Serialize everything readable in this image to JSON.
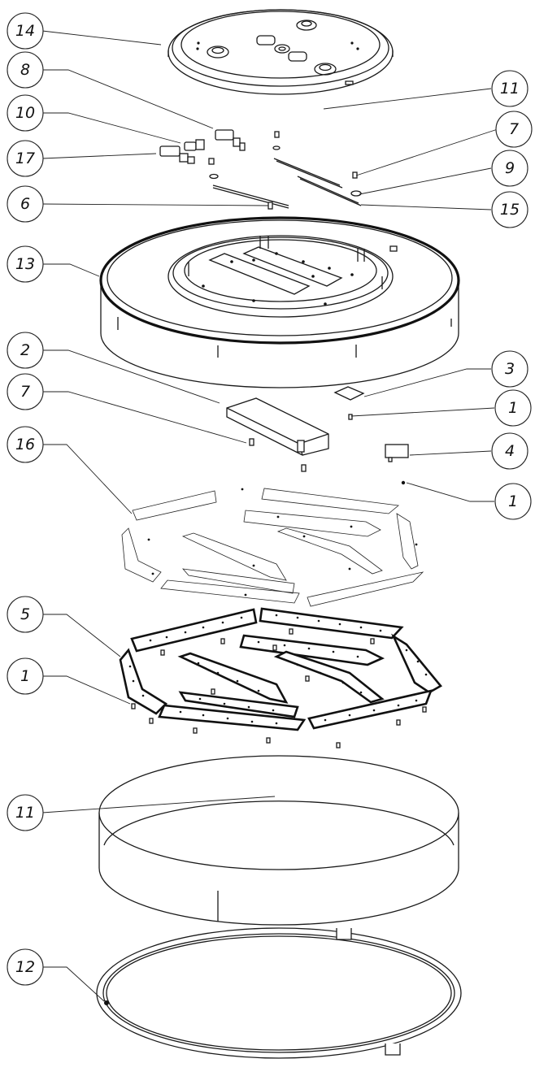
{
  "callouts": [
    {
      "id": "c14",
      "label": "14"
    },
    {
      "id": "c8",
      "label": "8"
    },
    {
      "id": "c10",
      "label": "10"
    },
    {
      "id": "c17",
      "label": "17"
    },
    {
      "id": "c6",
      "label": "6"
    },
    {
      "id": "c13",
      "label": "13"
    },
    {
      "id": "c2",
      "label": "2"
    },
    {
      "id": "c7a",
      "label": "7"
    },
    {
      "id": "c16",
      "label": "16"
    },
    {
      "id": "c5",
      "label": "5"
    },
    {
      "id": "c1a",
      "label": "1"
    },
    {
      "id": "c11b",
      "label": "11"
    },
    {
      "id": "c12",
      "label": "12"
    },
    {
      "id": "c11a",
      "label": "11"
    },
    {
      "id": "c7b",
      "label": "7"
    },
    {
      "id": "c9",
      "label": "9"
    },
    {
      "id": "c15",
      "label": "15"
    },
    {
      "id": "c3",
      "label": "3"
    },
    {
      "id": "c1b",
      "label": "1"
    },
    {
      "id": "c4",
      "label": "4"
    },
    {
      "id": "c1c",
      "label": "1"
    }
  ]
}
